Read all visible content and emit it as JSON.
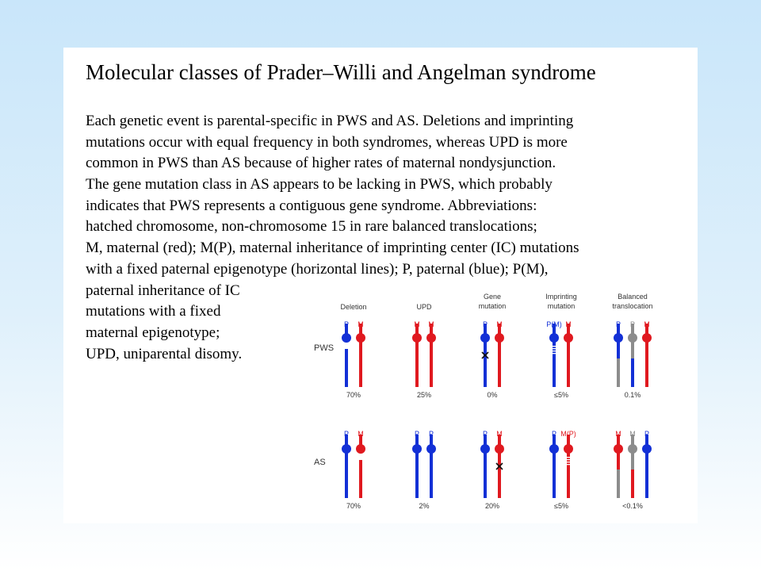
{
  "title": "Molecular classes of Prader–Willi and Angelman syndrome",
  "paragraph_lines": [
    "Each genetic event is parental-specific in PWS and AS. Deletions and imprinting",
    "mutations occur with equal frequency in both syndromes, whereas UPD is more",
    "common in PWS than AS because of higher rates of maternal nondysjunction.",
    "The gene mutation class in AS appears to be lacking in PWS, which probably",
    "indicates that PWS represents a contiguous gene syndrome. Abbreviations:",
    "hatched chromosome, non-chromosome 15 in rare balanced translocations;",
    "M, maternal (red); M(P), maternal inheritance of imprinting center (IC) mutations",
    "with a fixed paternal epigenotype (horizontal lines); P, paternal (blue); P(M),",
    "paternal inheritance of IC",
    "mutations with a fixed",
    "maternal epigenotype;",
    "UPD, uniparental disomy."
  ],
  "figure": {
    "columns": [
      {
        "key": "deletion",
        "label_lines": [
          "Deletion"
        ]
      },
      {
        "key": "upd",
        "label_lines": [
          "UPD"
        ]
      },
      {
        "key": "gene",
        "label_lines": [
          "Gene",
          "mutation"
        ]
      },
      {
        "key": "imprinting",
        "label_lines": [
          "Imprinting",
          "mutation"
        ]
      },
      {
        "key": "balanced",
        "label_lines": [
          "Balanced",
          "translocation"
        ]
      }
    ],
    "rows": [
      {
        "label": "PWS",
        "cells": [
          {
            "pct": "70%",
            "chromosomes": [
              {
                "label": "P",
                "color": "blue",
                "mod": "deletion"
              },
              {
                "label": "M",
                "color": "red"
              }
            ]
          },
          {
            "pct": "25%",
            "chromosomes": [
              {
                "label": "M",
                "color": "red"
              },
              {
                "label": "M",
                "color": "red"
              }
            ]
          },
          {
            "pct": "0%",
            "chromosomes": [
              {
                "label": "P",
                "color": "blue",
                "mod": "cross"
              },
              {
                "label": "M",
                "color": "red"
              }
            ]
          },
          {
            "pct": "≤5%",
            "chromosomes": [
              {
                "label": "P(M)",
                "color": "blue",
                "mod": "hatch"
              },
              {
                "label": "M",
                "color": "red"
              }
            ]
          },
          {
            "pct": "0.1%",
            "chromosomes": [
              {
                "label": "P",
                "color": "blue",
                "mod": "grey-lower"
              },
              {
                "label": "P",
                "color": "grey",
                "mod": "blue-lower"
              },
              {
                "label": "M",
                "color": "red"
              }
            ]
          }
        ]
      },
      {
        "label": "AS",
        "cells": [
          {
            "pct": "70%",
            "chromosomes": [
              {
                "label": "P",
                "color": "blue"
              },
              {
                "label": "M",
                "color": "red",
                "mod": "deletion"
              }
            ]
          },
          {
            "pct": "2%",
            "chromosomes": [
              {
                "label": "P",
                "color": "blue"
              },
              {
                "label": "P",
                "color": "blue"
              }
            ]
          },
          {
            "pct": "20%",
            "chromosomes": [
              {
                "label": "P",
                "color": "blue"
              },
              {
                "label": "M",
                "color": "red",
                "mod": "cross"
              }
            ]
          },
          {
            "pct": "≤5%",
            "chromosomes": [
              {
                "label": "P",
                "color": "blue"
              },
              {
                "label": "M(P)",
                "color": "red",
                "mod": "hatch"
              }
            ]
          },
          {
            "pct": "<0.1%",
            "chromosomes": [
              {
                "label": "M",
                "color": "red",
                "mod": "grey-lower"
              },
              {
                "label": "M",
                "color": "grey",
                "mod": "red-lower"
              },
              {
                "label": "P",
                "color": "blue"
              }
            ]
          }
        ]
      }
    ],
    "colors": {
      "paternal": "#1330d6",
      "maternal": "#e0191f",
      "other": "#8c8c8c",
      "text": "#333333"
    }
  }
}
